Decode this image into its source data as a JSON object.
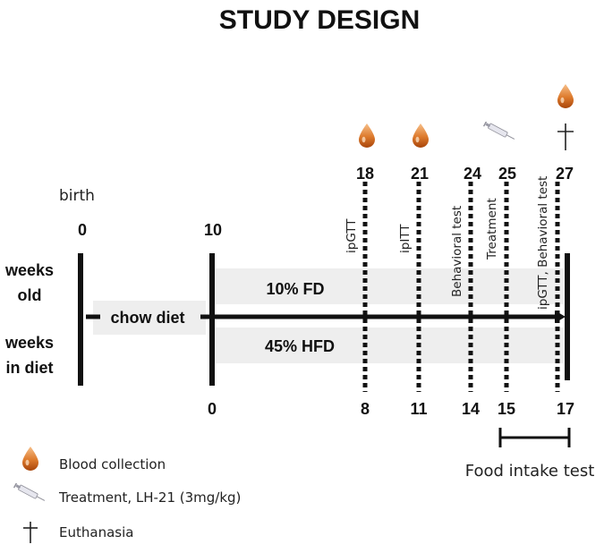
{
  "title": "STUDY DESIGN",
  "birth_label": "birth",
  "row_labels": {
    "weeks_old_1": "weeks",
    "weeks_old_2": "old",
    "weeks_diet_1": "weeks",
    "weeks_diet_2": "in diet"
  },
  "bars": {
    "chow": "chow diet",
    "fd": "10% FD",
    "hfd": "45% HFD"
  },
  "weeks_old": {
    "start": "0",
    "diet_start": "10",
    "w18": "18",
    "w21": "21",
    "w24": "24",
    "w25": "25",
    "w27": "27"
  },
  "weeks_in_diet": {
    "start": "0",
    "w8": "8",
    "w11": "11",
    "w14": "14",
    "w15": "15",
    "w17": "17"
  },
  "events": {
    "ipgtt": "ipGTT",
    "ipitt": "ipITT",
    "behavioral": "Behavioral test",
    "treatment": "Treatment",
    "final": "ipGTT, Behavioral test"
  },
  "food_intake": "Food intake test",
  "legend": {
    "blood": "Blood collection",
    "treatment": "Treatment, LH-21 (3mg/kg)",
    "euthanasia": "Euthanasia"
  },
  "colors": {
    "drop_top": "#f2a865",
    "drop_bottom": "#b44d0d",
    "band": "#eeeeee",
    "line": "#111111"
  }
}
